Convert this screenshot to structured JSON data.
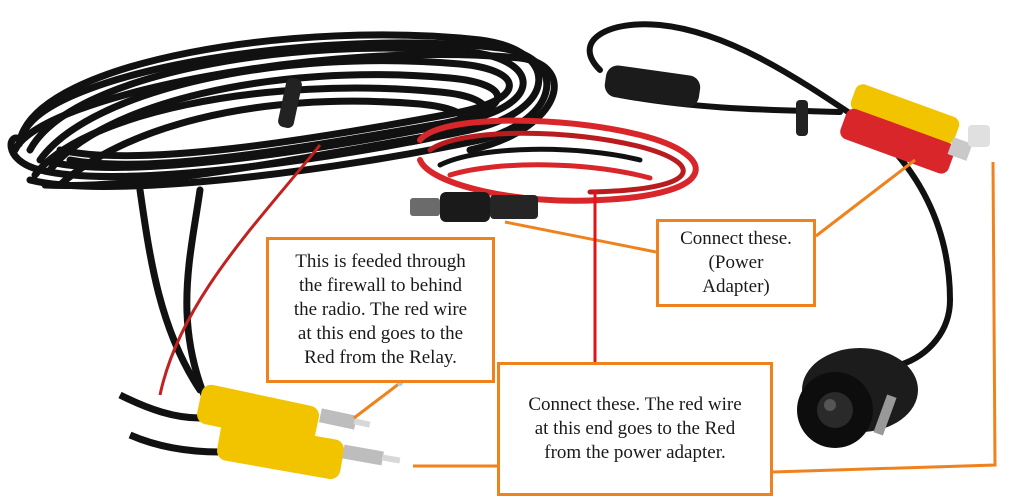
{
  "callouts": {
    "firewall": "This is feeded through\nthe firewall to behind\nthe radio. The red wire\nat this end goes to the\nRed from the Relay.",
    "power_adapter": "Connect these.\n(Power\nAdapter)",
    "rca": "Connect these. The red wire\nat this end goes to the Red\nfrom the power adapter."
  },
  "colors": {
    "callout_border": "#f0821e",
    "cable_black": "#111111",
    "wire_red": "#d8262a",
    "rca_yellow": "#f2c400",
    "leader_red": "#e3121a"
  }
}
